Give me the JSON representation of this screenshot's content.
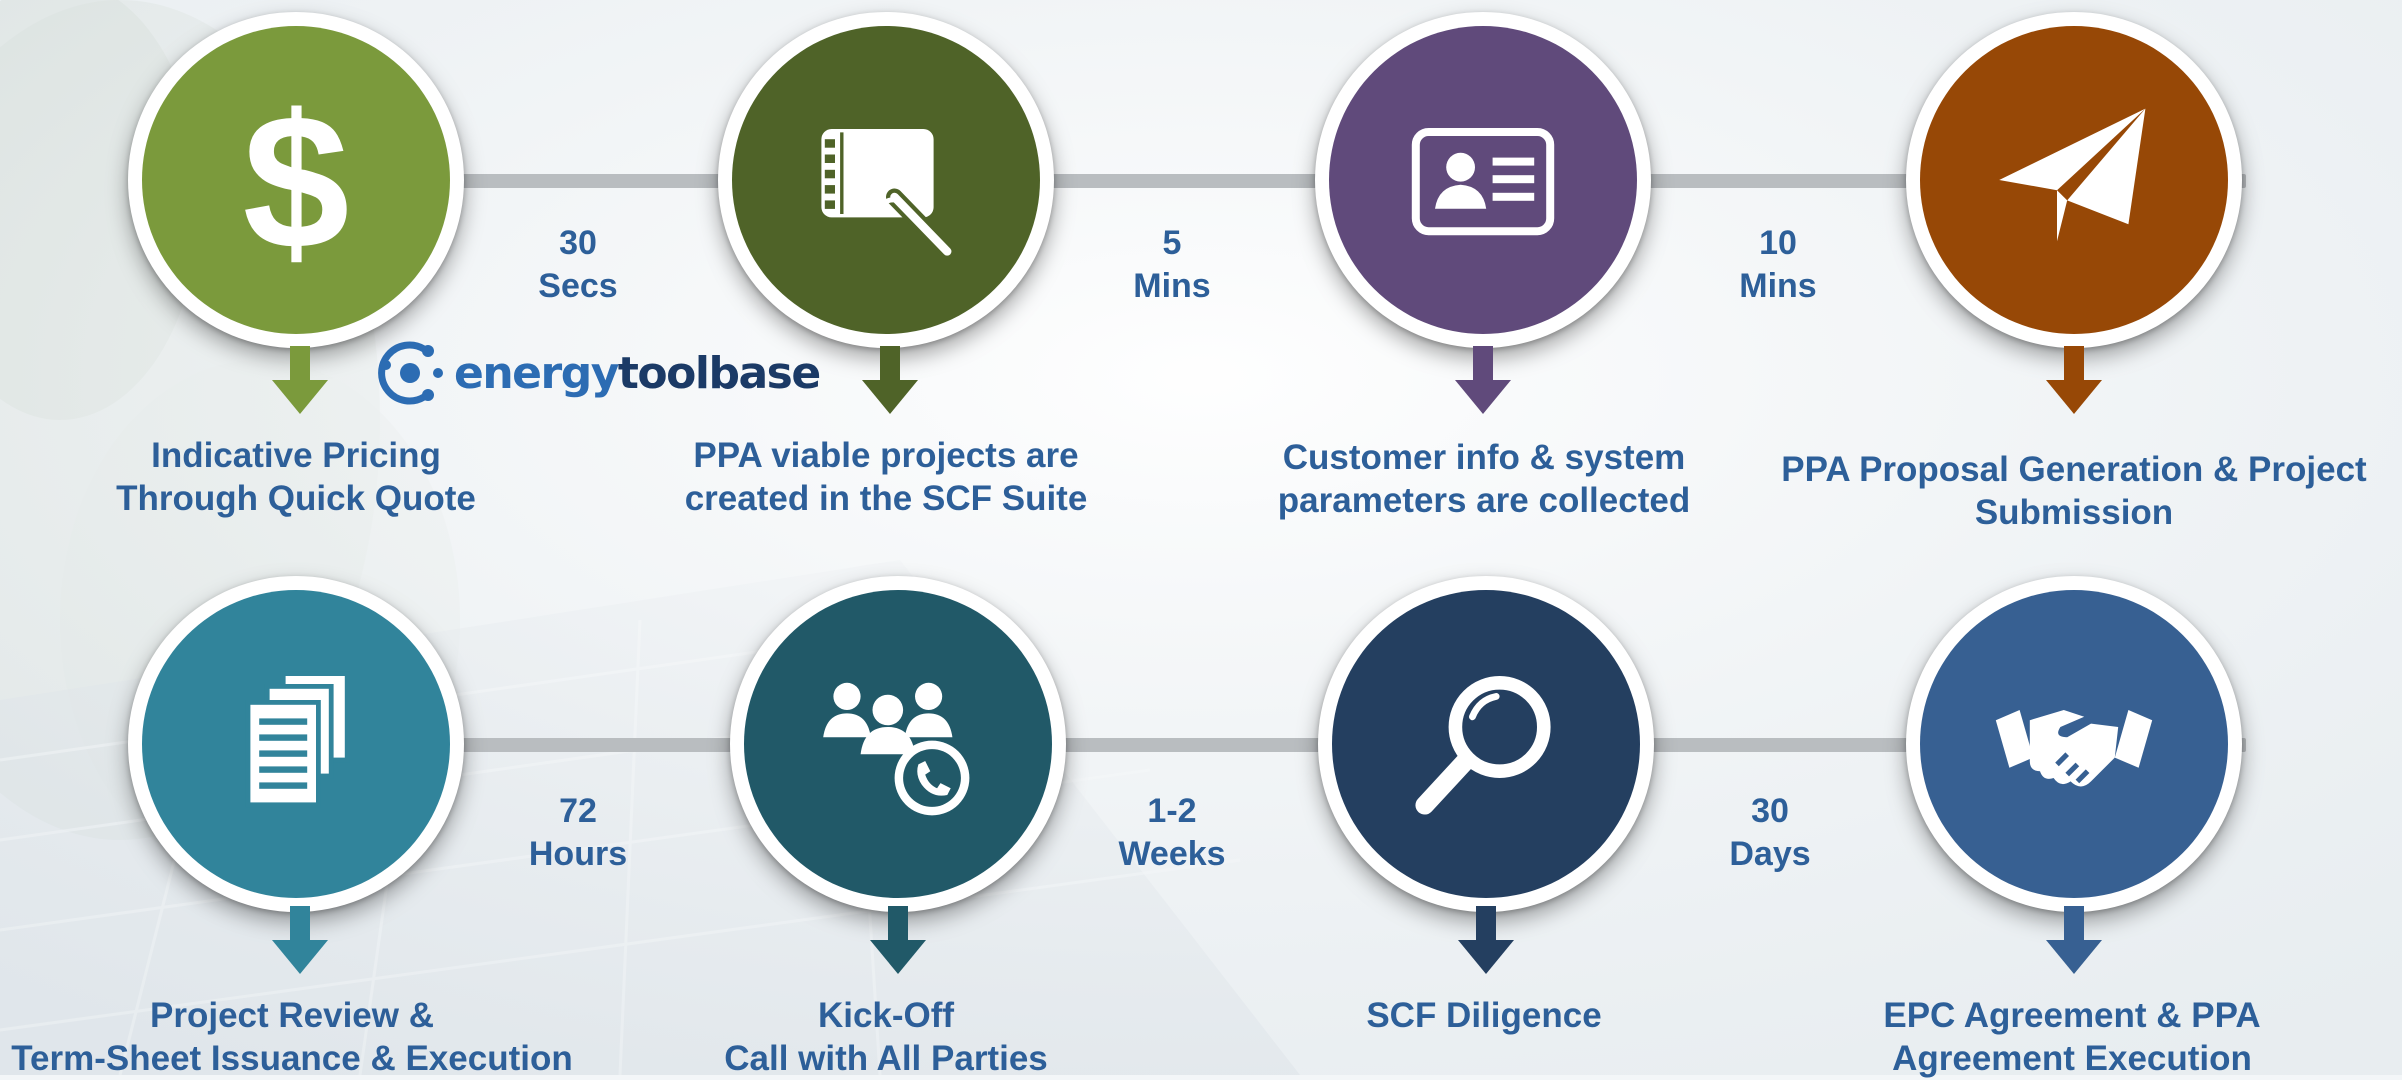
{
  "brand": {
    "word_a": "energy",
    "word_b": "toolbase",
    "icon": "energy-toolbase-logo-icon",
    "colors": {
      "primary": "#2c6cb3",
      "dark": "#1b3a66"
    }
  },
  "steps": [
    {
      "label_1": "Indicative Pricing",
      "label_2": "Through Quick Quote",
      "icon": "dollar-icon",
      "color": "#7b9a3c"
    },
    {
      "label_1": "PPA viable projects are",
      "label_2": "created in the SCF Suite",
      "icon": "tablet-pen-icon",
      "color": "#4f6328"
    },
    {
      "label_1": "Customer info & system",
      "label_2": "parameters are collected",
      "icon": "id-card-icon",
      "color": "#604a7b"
    },
    {
      "label_1": "PPA Proposal Generation & Project",
      "label_2": "Submission",
      "icon": "paper-plane-icon",
      "color": "#974806"
    },
    {
      "label_1": "Project Review &",
      "label_2": "Term-Sheet Issuance & Execution",
      "icon": "documents-icon",
      "color": "#31849b"
    },
    {
      "label_1": "Kick-Off",
      "label_2": "Call with All Parties",
      "icon": "conference-call-icon",
      "color": "#215968"
    },
    {
      "label_1": "SCF Diligence",
      "label_2": "",
      "icon": "magnifier-icon",
      "color": "#243f60"
    },
    {
      "label_1": "EPC Agreement & PPA",
      "label_2": "Agreement Execution",
      "icon": "handshake-icon",
      "color": "#376092"
    }
  ],
  "durations": [
    {
      "value": "30",
      "unit": "Secs"
    },
    {
      "value": "5",
      "unit": "Mins"
    },
    {
      "value": "10",
      "unit": "Mins"
    },
    {
      "value": "72",
      "unit": "Hours"
    },
    {
      "value": "1-2",
      "unit": "Weeks"
    },
    {
      "value": "30",
      "unit": "Days"
    }
  ],
  "colors": {
    "text": "#2d5f99",
    "connector": "#b9bdc0"
  }
}
